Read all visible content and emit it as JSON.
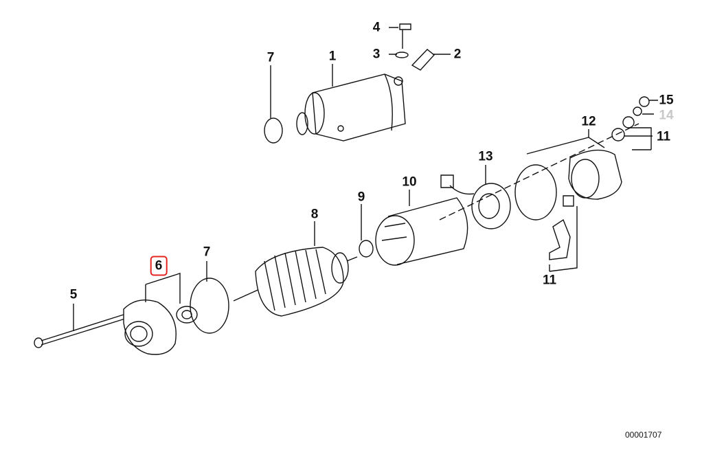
{
  "diagram": {
    "labels": [
      {
        "id": "4",
        "text": "4",
        "state": "normal"
      },
      {
        "id": "3",
        "text": "3",
        "state": "normal"
      },
      {
        "id": "2",
        "text": "2",
        "state": "normal"
      },
      {
        "id": "7a",
        "text": "7",
        "state": "normal"
      },
      {
        "id": "1",
        "text": "1",
        "state": "normal"
      },
      {
        "id": "15",
        "text": "15",
        "state": "normal"
      },
      {
        "id": "14",
        "text": "14",
        "state": "greyed"
      },
      {
        "id": "11a",
        "text": "11",
        "state": "normal"
      },
      {
        "id": "12",
        "text": "12",
        "state": "normal"
      },
      {
        "id": "13",
        "text": "13",
        "state": "normal"
      },
      {
        "id": "10",
        "text": "10",
        "state": "normal"
      },
      {
        "id": "9",
        "text": "9",
        "state": "normal"
      },
      {
        "id": "8",
        "text": "8",
        "state": "normal"
      },
      {
        "id": "6",
        "text": "6",
        "state": "selected"
      },
      {
        "id": "7b",
        "text": "7",
        "state": "normal"
      },
      {
        "id": "5",
        "text": "5",
        "state": "normal"
      },
      {
        "id": "11b",
        "text": "11",
        "state": "normal"
      }
    ],
    "document_id": "00001707",
    "colors": {
      "highlight": "#e52421",
      "greyed": "#c8c8c8",
      "line": "#111111"
    }
  }
}
